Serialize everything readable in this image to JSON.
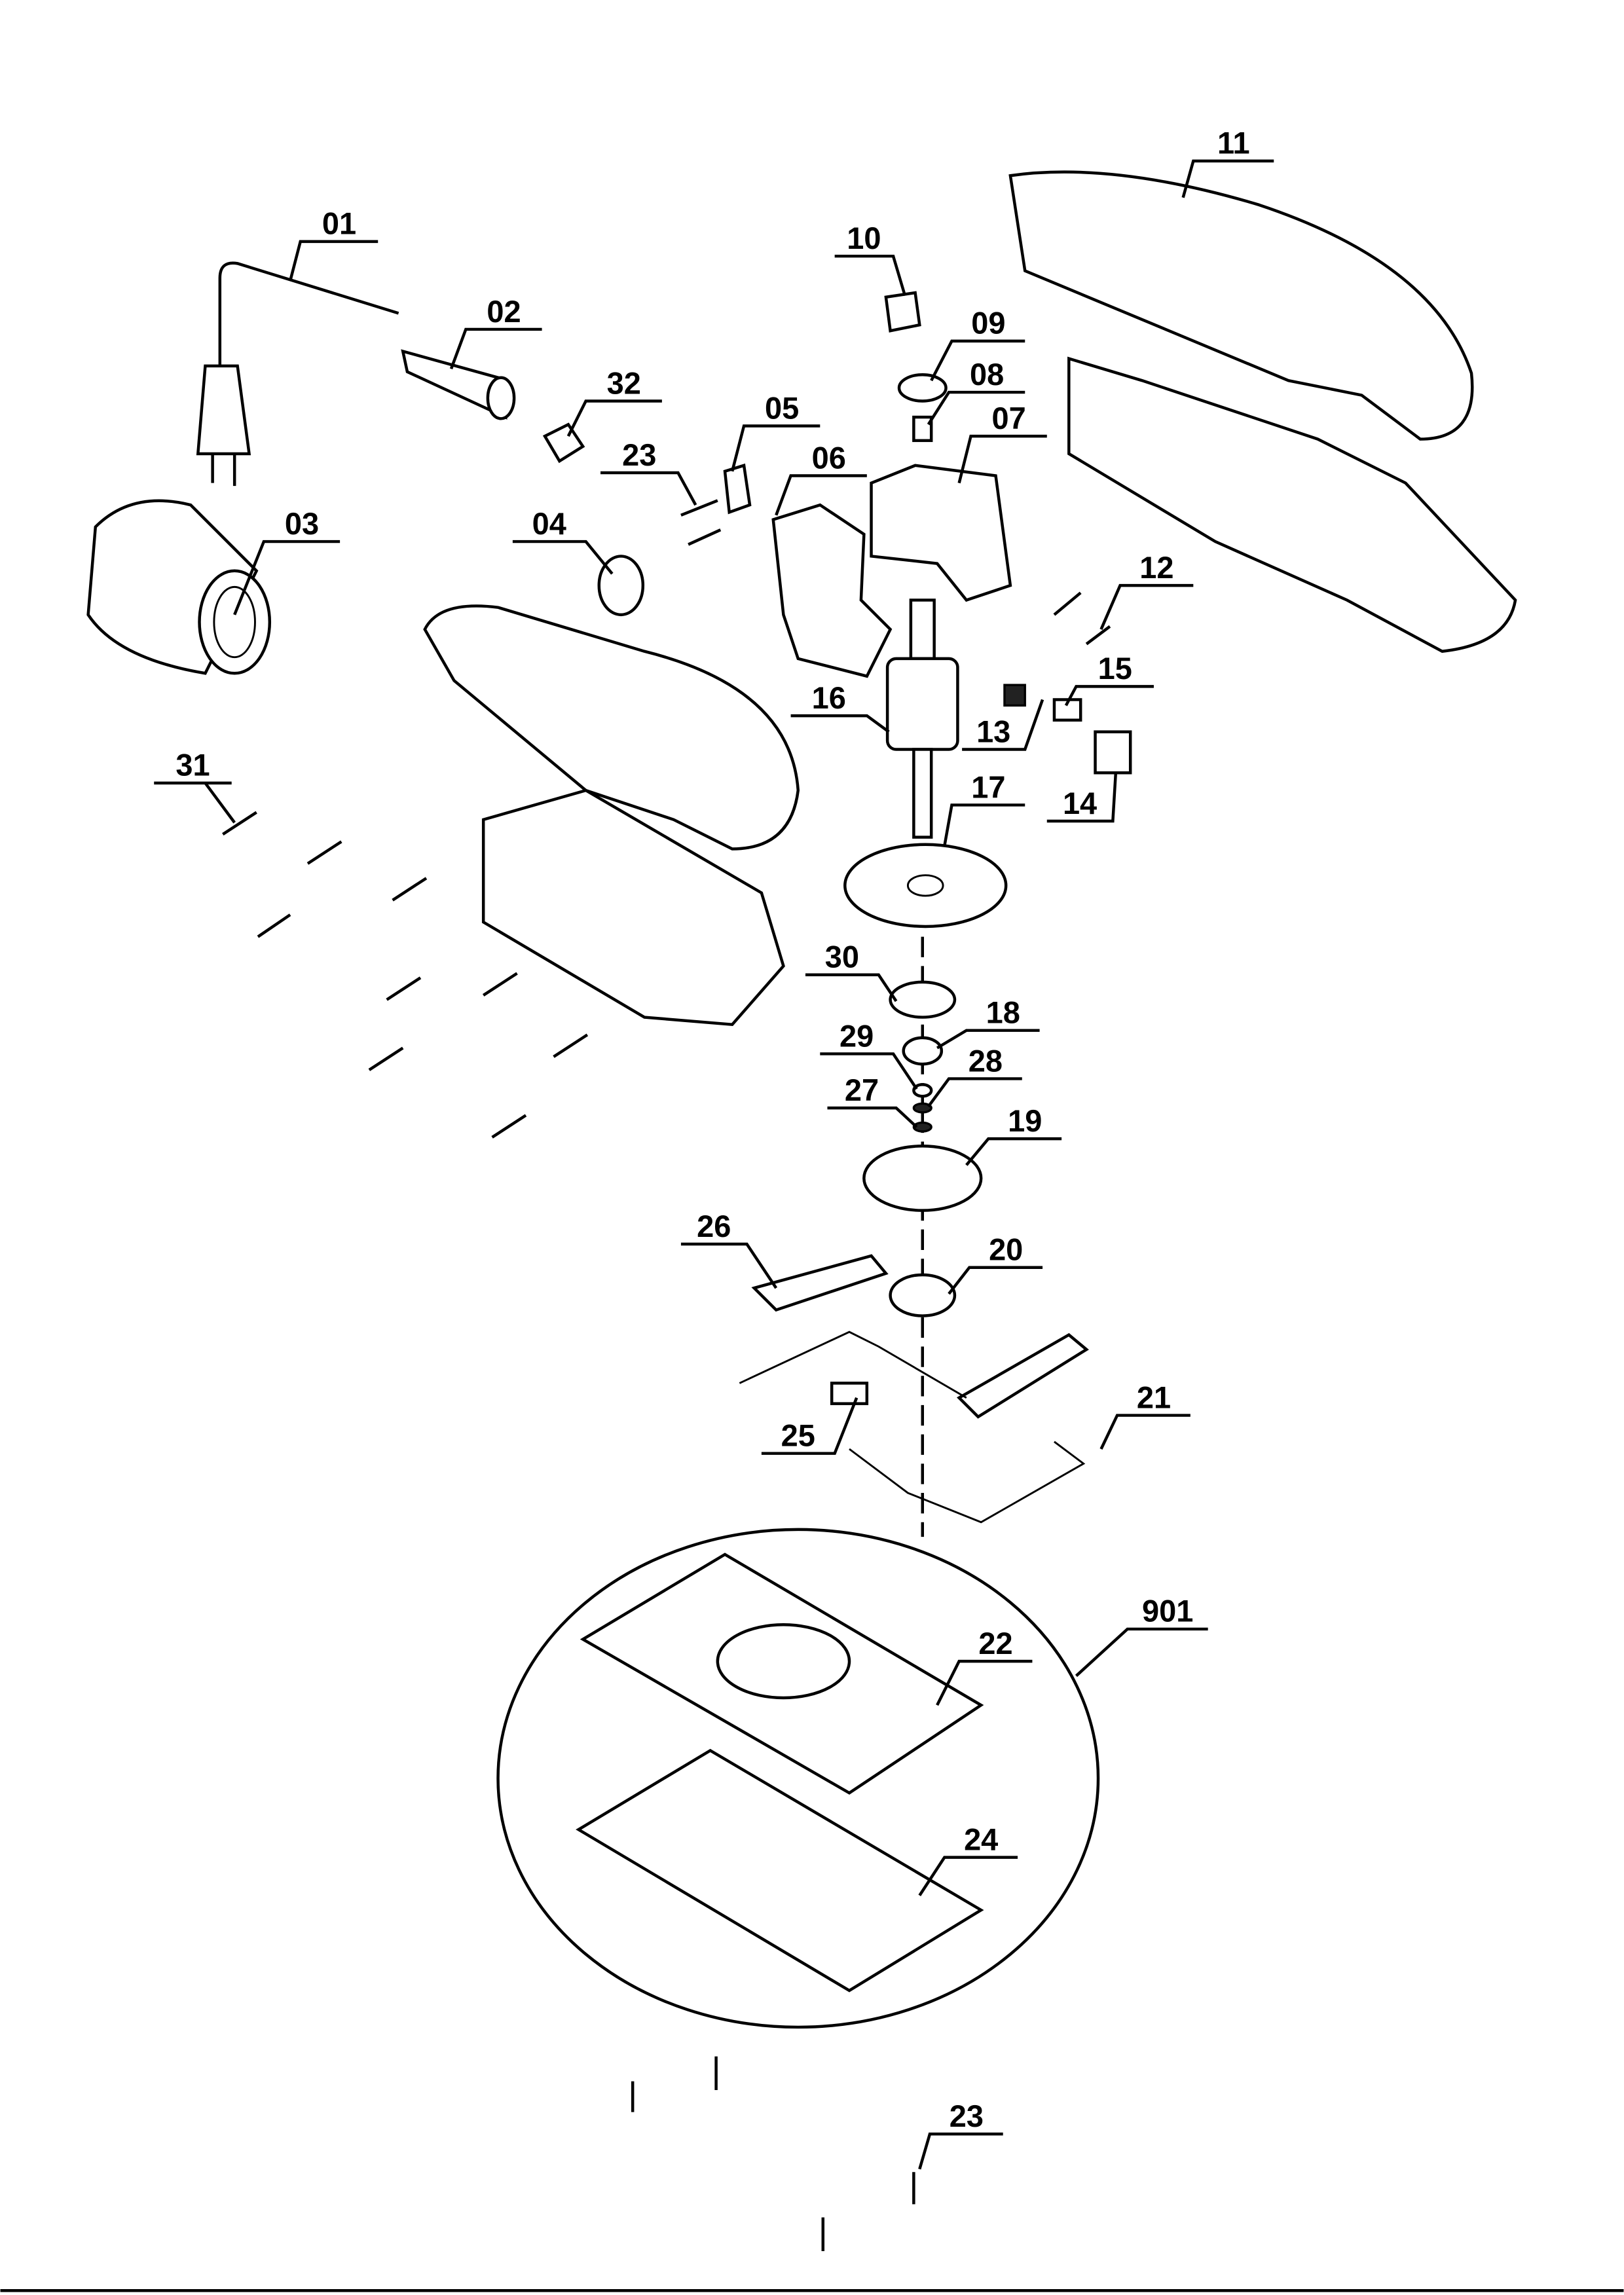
{
  "diagram": {
    "type": "exploded parts diagram",
    "colors": {
      "ink": "#000000",
      "background": "#ffffff"
    },
    "part_labels": [
      "01",
      "02",
      "03",
      "32",
      "05",
      "23",
      "04",
      "06",
      "10",
      "09",
      "08",
      "07",
      "11",
      "12",
      "16",
      "15",
      "13",
      "14",
      "17",
      "31",
      "30",
      "18",
      "29",
      "28",
      "27",
      "19",
      "26",
      "20",
      "25",
      "21",
      "901",
      "22",
      "24",
      "23"
    ]
  }
}
